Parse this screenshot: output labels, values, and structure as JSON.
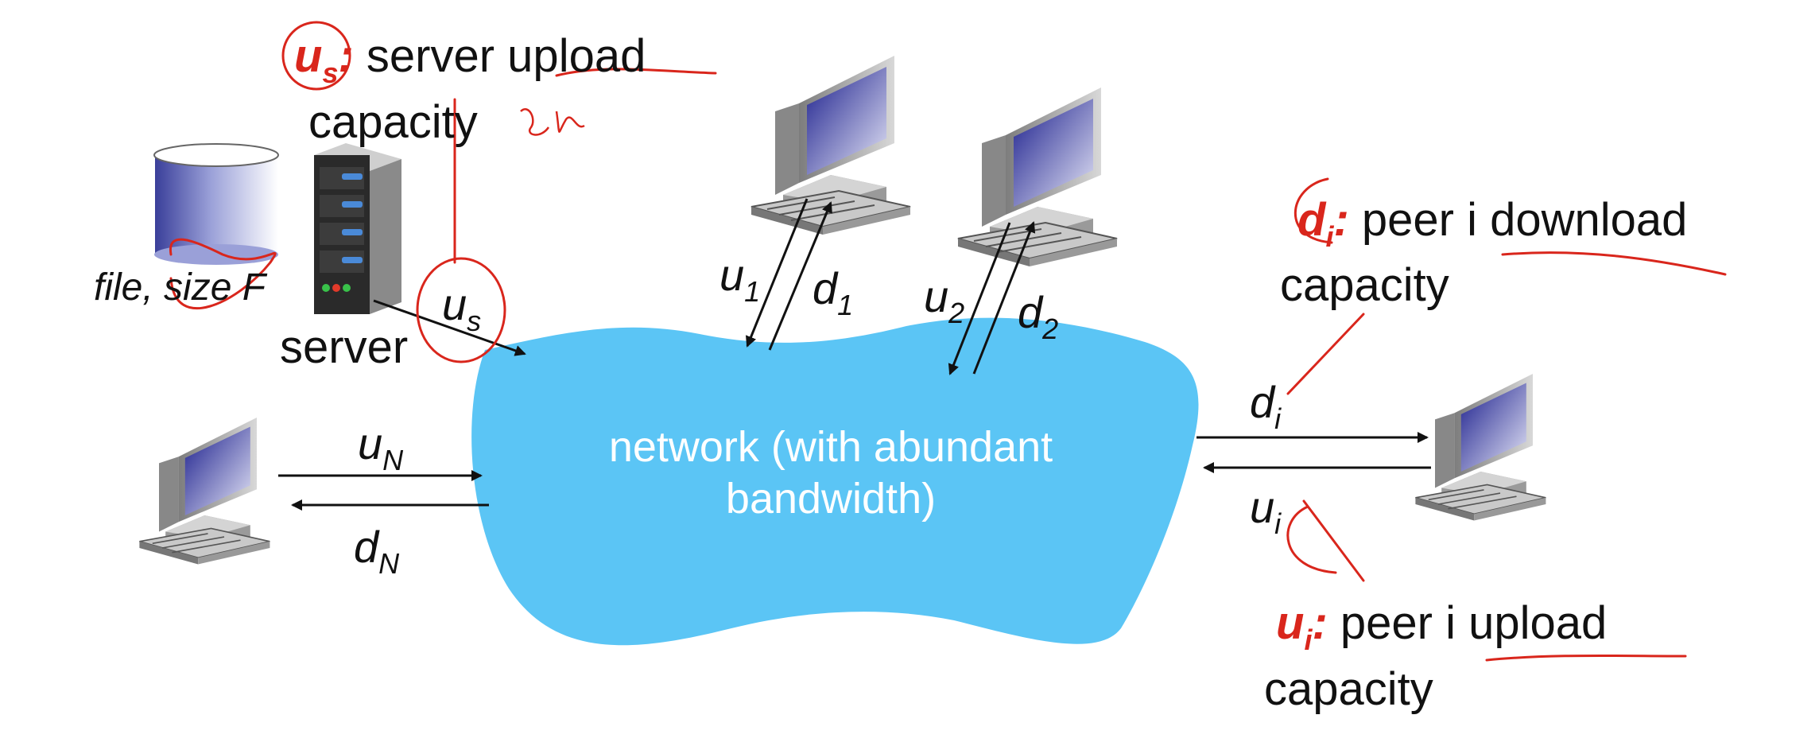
{
  "server_annotation": {
    "symbol": "u",
    "sub": "s",
    "colon": ":",
    "text_line1": "server upload",
    "text_line2": "capacity"
  },
  "handwritten_note": "乳",
  "file_label": "file, size F",
  "server_label": "server",
  "server_link": {
    "symbol": "u",
    "sub": "s"
  },
  "network_label_line1": "network (with abundant",
  "network_label_line2": "bandwidth)",
  "peer1": {
    "up": "u",
    "up_sub": "1",
    "down": "d",
    "down_sub": "1"
  },
  "peer2": {
    "up": "u",
    "up_sub": "2",
    "down": "d",
    "down_sub": "2"
  },
  "peerN": {
    "up": "u",
    "up_sub": "N",
    "down": "d",
    "down_sub": "N"
  },
  "peeri": {
    "up": "u",
    "up_sub": "i",
    "down": "d",
    "down_sub": "i"
  },
  "download_annotation": {
    "symbol": "d",
    "sub": "i",
    "colon": ":",
    "text_line1": "peer i download",
    "text_line2": "capacity"
  },
  "upload_annotation": {
    "symbol": "u",
    "sub": "i",
    "colon": ":",
    "text_line1": "peer i upload",
    "text_line2": "capacity"
  },
  "colors": {
    "cloud": "#5bc5f5",
    "annotation_red": "#d9261c",
    "text": "#111111"
  },
  "icons": [
    "database-icon",
    "server-tower-icon",
    "desktop-computer-icon"
  ]
}
